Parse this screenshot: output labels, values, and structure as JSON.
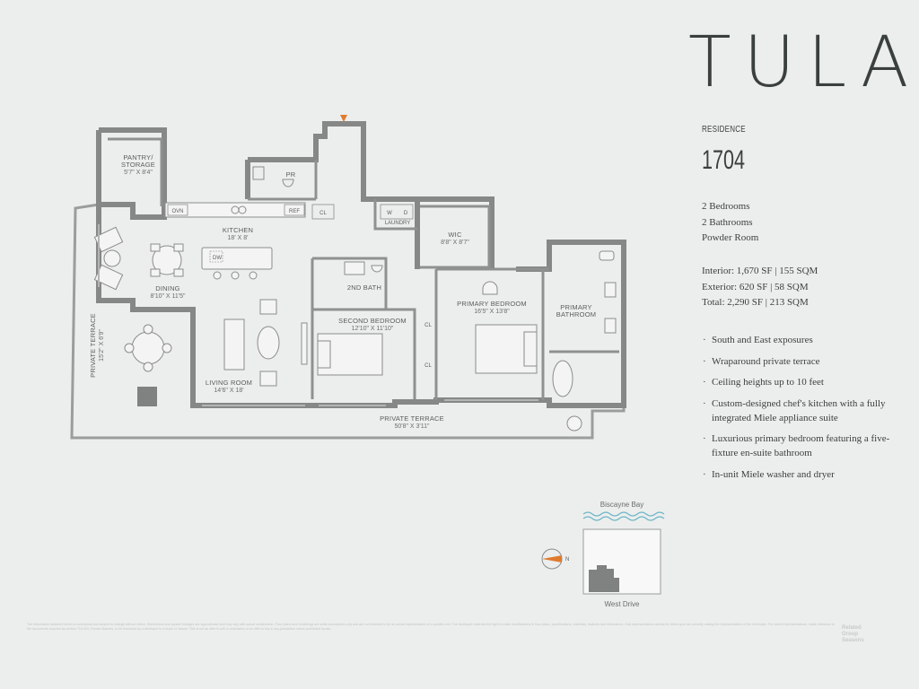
{
  "brand": "TULA",
  "residence": {
    "label": "RESIDENCE",
    "number": "1704"
  },
  "rooms_summary": [
    "2 Bedrooms",
    "2 Bathrooms",
    "Powder Room"
  ],
  "areas": [
    "Interior: 1,670 SF | 155 SQM",
    "Exterior: 620 SF | 58 SQM",
    "Total: 2,290 SF | 213 SQM"
  ],
  "features": [
    "South and East exposures",
    "Wraparound private terrace",
    "Ceiling heights up to 10 feet",
    "Custom-designed chef's kitchen with a fully integrated Miele appliance suite",
    "Luxurious primary bedroom featuring a five-fixture en-suite bathroom",
    "In-unit Miele washer and dryer"
  ],
  "plan": {
    "pantry": {
      "name_1": "PANTRY/",
      "name_2": "STORAGE",
      "dims": "5'7\" X 8'4\""
    },
    "powder": {
      "name": "PR"
    },
    "kitchen": {
      "name": "KITCHEN",
      "dims": "18' X 8'"
    },
    "dining": {
      "name": "DINING",
      "dims": "8'10\" X 11'5\""
    },
    "living": {
      "name": "LIVING ROOM",
      "dims": "14'6\" X 18'"
    },
    "second_bedroom": {
      "name": "SECOND BEDROOM",
      "dims": "12'10\" X 11'10\""
    },
    "second_bath": {
      "name": "2ND BATH"
    },
    "wic": {
      "name": "WIC",
      "dims": "8'8\" X 8'7\""
    },
    "laundry": {
      "name": "LAUNDRY"
    },
    "primary_bedroom": {
      "name": "PRIMARY BEDROOM",
      "dims": "16'5\" X 13'8\""
    },
    "primary_bath": {
      "name_1": "PRIMARY",
      "name_2": "BATHROOM"
    },
    "terrace_south": {
      "name": "PRIVATE TERRACE",
      "dims": "50'8\" X 3'11\""
    },
    "terrace_west": {
      "name": "PRIVATE TERRACE",
      "dims": "15'2\" X 6'9\""
    },
    "appliances": {
      "ovn": "OVN",
      "ref": "REF",
      "dw": "DW",
      "cl": "CL",
      "w": "W",
      "d": "D"
    }
  },
  "key_plan": {
    "top": "Biscayne Bay",
    "bottom": "West Drive",
    "north": "N"
  },
  "disclaimer": "The information depicted herein is conceptual and subject to change without notice. Dimensions and square footages are approximate and may vary with actual construction. Floor plans and renderings are artist conceptions only and are not intended to be an actual representation of a specific unit. The developer reserves the right to make modifications to floor plans, specifications, materials, features and dimensions. Oral representations cannot be relied upon as correctly stating the representations of the developer. For correct representations, make reference to the documents required by section 718.503, Florida Statutes, to be furnished by a developer to a buyer or lessee. This is not an offer to sell or solicitation of an offer to buy in any jurisdiction where prohibited by law.",
  "developer_logo": [
    "Related",
    "Group",
    "Seasons"
  ],
  "colors": {
    "background": "#eceeed",
    "wall": "#8a8d8c",
    "accent": "#e07a2e",
    "water": "#6fb6c9"
  }
}
